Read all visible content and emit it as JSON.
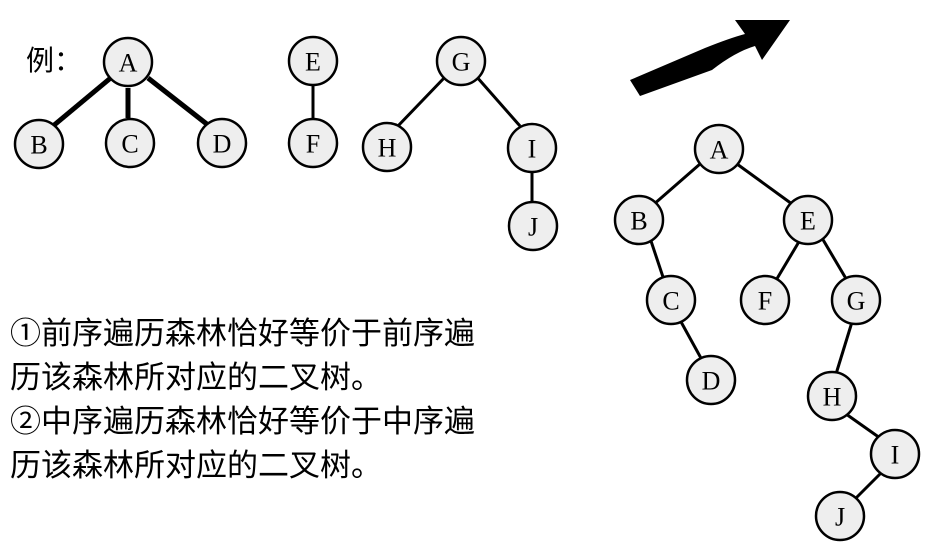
{
  "example_label": "例：",
  "forest": {
    "nodes": [
      "A",
      "B",
      "C",
      "D",
      "E",
      "F",
      "G",
      "H",
      "I",
      "J"
    ]
  },
  "binary_tree": {
    "nodes": [
      "A",
      "B",
      "C",
      "D",
      "E",
      "F",
      "G",
      "H",
      "I",
      "J"
    ]
  },
  "notes": [
    "①前序遍历森林恰好等价于前序遍",
    "历该森林所对应的二叉树。",
    "②中序遍历森林恰好等价于中序遍",
    "历该森林所对应的二叉树。"
  ],
  "colors": {
    "node_fill": "#eeeeee",
    "stroke": "#000000",
    "arrow": "#000000"
  },
  "icons": {
    "transform_arrow": "curved-arrow-icon"
  }
}
